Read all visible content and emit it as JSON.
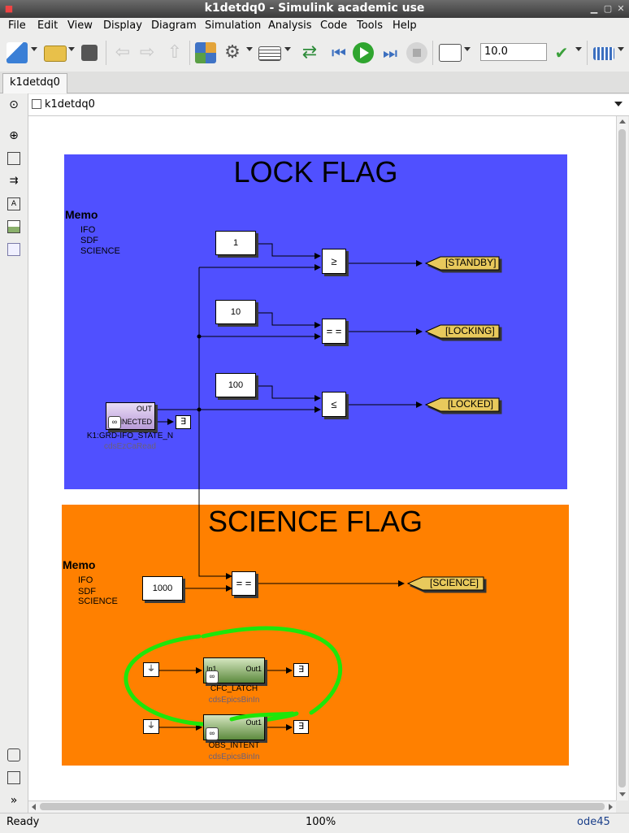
{
  "window": {
    "title": "k1detdq0 - Simulink academic use"
  },
  "menu": [
    "File",
    "Edit",
    "View",
    "Display",
    "Diagram",
    "Simulation",
    "Analysis",
    "Code",
    "Tools",
    "Help"
  ],
  "toolbar": {
    "stop_time": "10.0",
    "more": "»"
  },
  "tab": {
    "label": "k1detdq0"
  },
  "address": {
    "path": "k1detdq0"
  },
  "diagram": {
    "lock_region": {
      "title": "LOCK FLAG",
      "memo_title": "Memo",
      "memo_lines": [
        "IFO",
        "SDF",
        "SCIENCE"
      ],
      "constants": [
        "1",
        "10",
        "100"
      ],
      "operators": [
        "≥",
        "= =",
        "≤"
      ],
      "gotos": [
        "[STANDBY]",
        "[LOCKING]",
        "[LOCKED]"
      ],
      "source": {
        "port_out": "OUT",
        "port_label": "NNECTED",
        "name": "K1:GRD-IFO_STATE_N",
        "library": "cdsEzCaRead"
      }
    },
    "science_region": {
      "title": "SCIENCE FLAG",
      "memo_title": "Memo",
      "memo_lines": [
        "IFO",
        "SDF",
        "SCIENCE"
      ],
      "constant": "1000",
      "operator": "= =",
      "goto": "[SCIENCE]",
      "latch": {
        "port_in": "In1",
        "port_out": "Out1",
        "name": "CFC_LATCH",
        "library": "cdsEpicsBinIn"
      },
      "intent": {
        "port_out": "Out1",
        "name": "OBS_INTENT",
        "library": "cdsEpicsBinIn"
      }
    },
    "colors": {
      "lock_bg": "#5050ff",
      "science_bg": "#ff8000",
      "goto_fill": "#e8c95c",
      "annotation": "#1ee60a"
    }
  },
  "status": {
    "left": "Ready",
    "zoom": "100%",
    "solver": "ode45"
  }
}
